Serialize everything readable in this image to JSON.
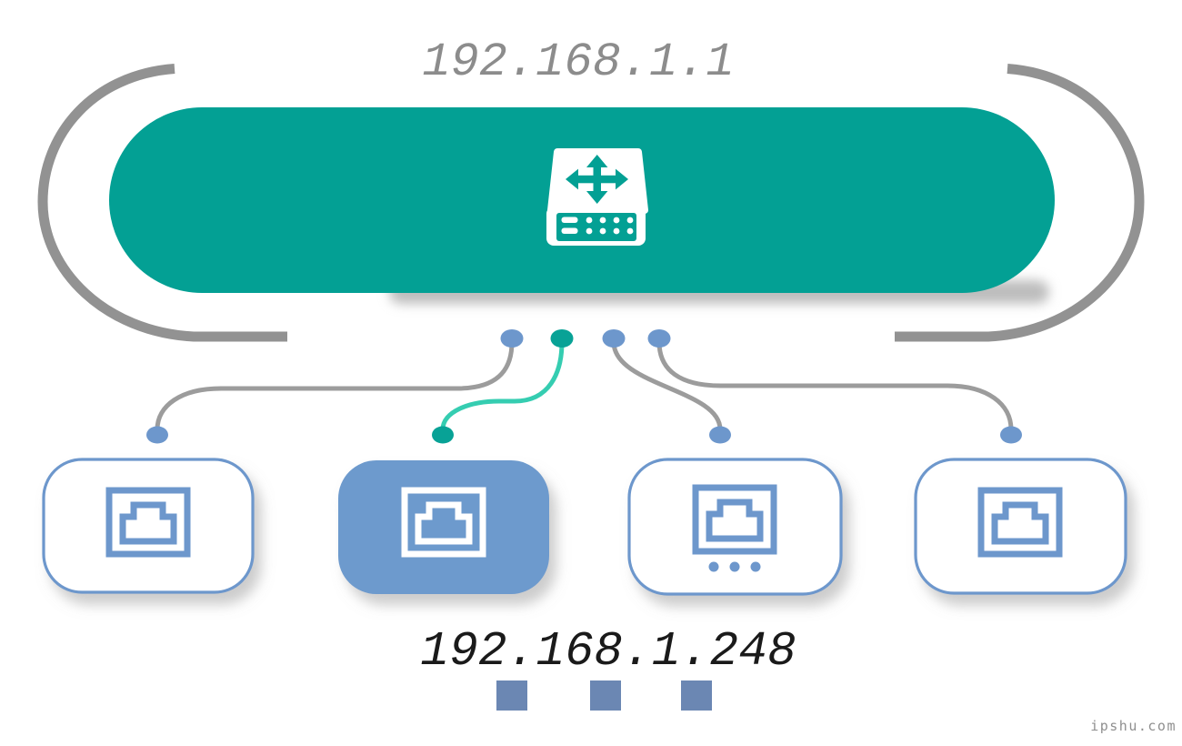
{
  "router": {
    "ip_label": "192.168.1.1",
    "icon": "switch-router-icon"
  },
  "highlighted_device": {
    "ip_label": "192.168.1.248"
  },
  "watermark": {
    "text": "ipshu.com"
  },
  "colors": {
    "teal": "#03A094",
    "teal_light_wire": "#35CDB1",
    "teal_dot": "#08A296",
    "blue": "#6D97CC",
    "blue_box_fill": "#6D9ACD",
    "blue_square": "#6B87B3",
    "arc_gray": "#929292",
    "wire_gray": "#9C9C9C",
    "ip_top_gray": "#8C8C8C",
    "ip_bottom_dark": "#1A1A1A",
    "watermark_gray": "#8F8F8F",
    "white": "#FFFFFF"
  },
  "ports": [
    {
      "id": 1,
      "state": "idle"
    },
    {
      "id": 2,
      "state": "active"
    },
    {
      "id": 3,
      "state": "idle"
    },
    {
      "id": 4,
      "state": "idle"
    }
  ],
  "devices": [
    {
      "id": 1,
      "icon": "ethernet-port-icon",
      "highlighted": false
    },
    {
      "id": 2,
      "icon": "ethernet-port-icon",
      "highlighted": true
    },
    {
      "id": 3,
      "icon": "ethernet-port-icon-ellipsis",
      "highlighted": false
    },
    {
      "id": 4,
      "icon": "ethernet-port-icon",
      "highlighted": false
    }
  ]
}
